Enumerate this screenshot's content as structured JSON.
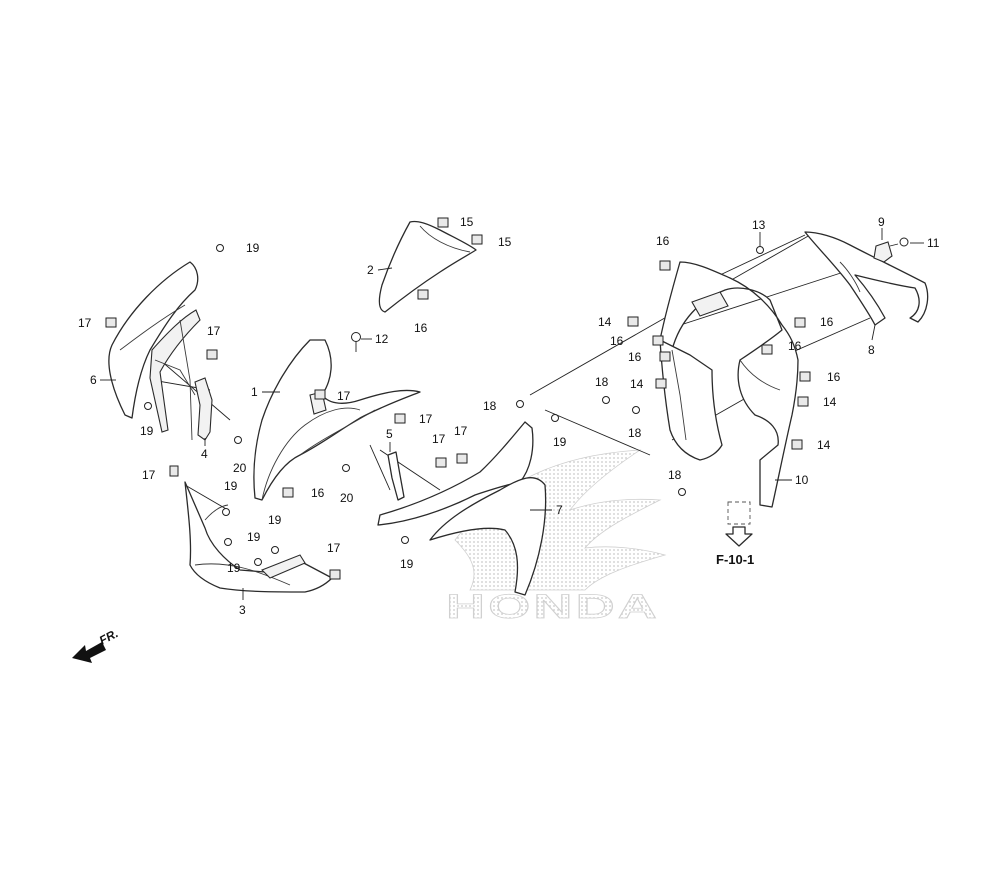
{
  "diagram": {
    "part_numbers": [
      "1",
      "2",
      "3",
      "4",
      "5",
      "6",
      "7",
      "8",
      "9",
      "10",
      "11",
      "12",
      "13",
      "14",
      "15",
      "16",
      "17",
      "18",
      "19",
      "20"
    ],
    "callouts": [
      {
        "id": "c1",
        "label": "1"
      },
      {
        "id": "c2",
        "label": "2"
      },
      {
        "id": "c3",
        "label": "3"
      },
      {
        "id": "c4",
        "label": "4"
      },
      {
        "id": "c5",
        "label": "5"
      },
      {
        "id": "c6",
        "label": "6"
      },
      {
        "id": "c7",
        "label": "7"
      },
      {
        "id": "c8",
        "label": "8"
      },
      {
        "id": "c9",
        "label": "9"
      },
      {
        "id": "c10",
        "label": "10"
      },
      {
        "id": "c11",
        "label": "11"
      },
      {
        "id": "c12",
        "label": "12"
      },
      {
        "id": "c13",
        "label": "13"
      },
      {
        "id": "c14a",
        "label": "14"
      },
      {
        "id": "c14b",
        "label": "14"
      },
      {
        "id": "c14c",
        "label": "14"
      },
      {
        "id": "c14d",
        "label": "14"
      },
      {
        "id": "c15a",
        "label": "15"
      },
      {
        "id": "c15b",
        "label": "15"
      },
      {
        "id": "c16a",
        "label": "16"
      },
      {
        "id": "c16b",
        "label": "16"
      },
      {
        "id": "c16c",
        "label": "16"
      },
      {
        "id": "c16d",
        "label": "16"
      },
      {
        "id": "c16e",
        "label": "16"
      },
      {
        "id": "c16f",
        "label": "16"
      },
      {
        "id": "c16g",
        "label": "16"
      },
      {
        "id": "c16h",
        "label": "16"
      },
      {
        "id": "c17a",
        "label": "17"
      },
      {
        "id": "c17b",
        "label": "17"
      },
      {
        "id": "c17c",
        "label": "17"
      },
      {
        "id": "c17d",
        "label": "17"
      },
      {
        "id": "c17e",
        "label": "17"
      },
      {
        "id": "c17f",
        "label": "17"
      },
      {
        "id": "c17g",
        "label": "17"
      },
      {
        "id": "c17h",
        "label": "17"
      },
      {
        "id": "c18a",
        "label": "18"
      },
      {
        "id": "c18b",
        "label": "18"
      },
      {
        "id": "c18c",
        "label": "18"
      },
      {
        "id": "c18d",
        "label": "18"
      },
      {
        "id": "c19a",
        "label": "19"
      },
      {
        "id": "c19b",
        "label": "19"
      },
      {
        "id": "c19c",
        "label": "19"
      },
      {
        "id": "c19d",
        "label": "19"
      },
      {
        "id": "c19e",
        "label": "19"
      },
      {
        "id": "c19f",
        "label": "19"
      },
      {
        "id": "c19g",
        "label": "19"
      },
      {
        "id": "c19h",
        "label": "19"
      },
      {
        "id": "c20a",
        "label": "20"
      },
      {
        "id": "c20b",
        "label": "20"
      }
    ],
    "reference": "F-10-1",
    "front_indicator": "FR.",
    "watermark": "HONDA"
  }
}
